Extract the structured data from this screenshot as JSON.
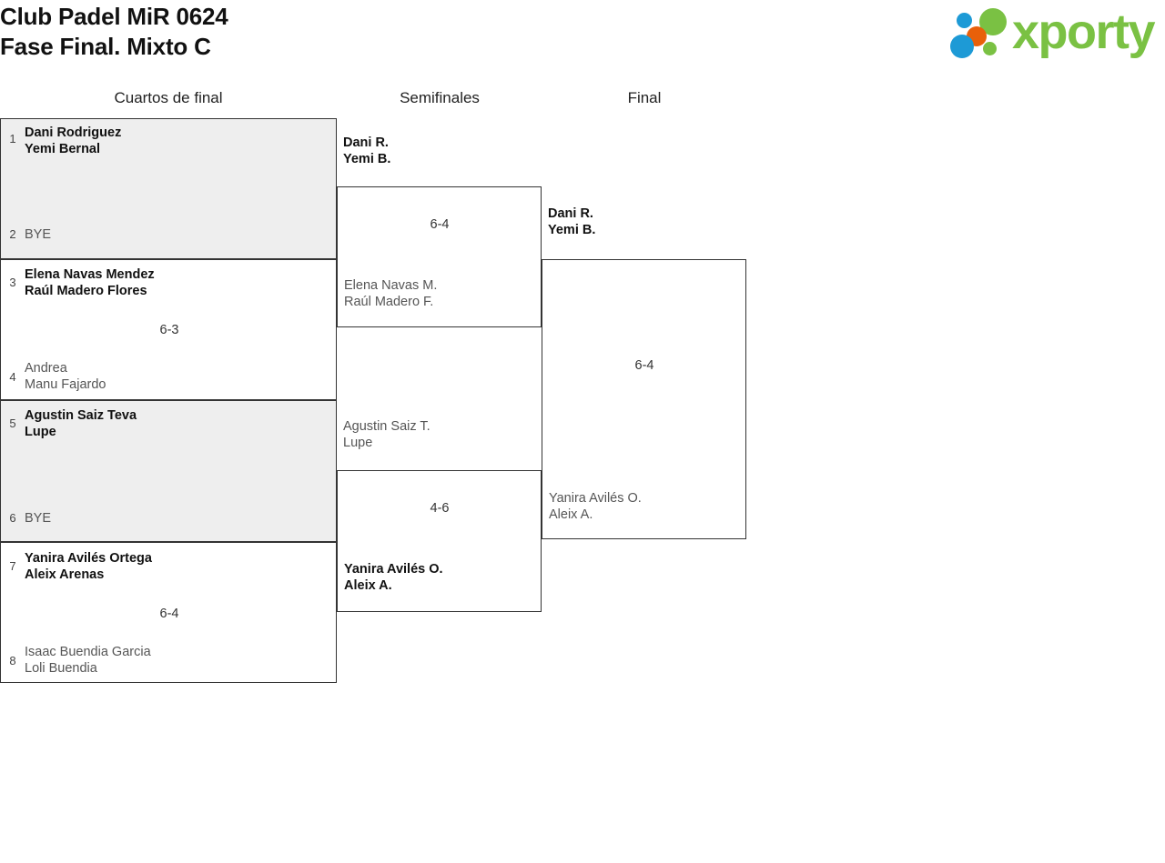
{
  "header": {
    "title_line1": "Club Padel MiR 0624",
    "title_line2": "Fase Final. Mixto C"
  },
  "logo": {
    "wordmark": "xporty",
    "dot_colors": {
      "blue": "#1d9ad6",
      "orange": "#e8600a",
      "green": "#7ac143"
    },
    "wordmark_color": "#7ac143"
  },
  "rounds": [
    {
      "label": "Cuartos de final"
    },
    {
      "label": "Semifinales"
    },
    {
      "label": "Final"
    }
  ],
  "bracket_data": {
    "type": "single-elimination",
    "size": 8,
    "rounds": [
      {
        "name": "Cuartos de final",
        "matches": [
          {
            "top": {
              "seed": "1",
              "players": [
                "Dani Rodriguez",
                "Yemi Bernal"
              ],
              "winner": true
            },
            "bottom": {
              "seed": "2",
              "players": [
                "BYE"
              ],
              "winner": false
            },
            "score": ""
          },
          {
            "top": {
              "seed": "3",
              "players": [
                "Elena Navas Mendez",
                "Raúl Madero Flores"
              ],
              "winner": true
            },
            "bottom": {
              "seed": "4",
              "players": [
                "Andrea",
                "Manu Fajardo"
              ],
              "winner": false
            },
            "score": "6-3"
          },
          {
            "top": {
              "seed": "5",
              "players": [
                "Agustin Saiz Teva",
                "Lupe"
              ],
              "winner": true
            },
            "bottom": {
              "seed": "6",
              "players": [
                "BYE"
              ],
              "winner": false
            },
            "score": ""
          },
          {
            "top": {
              "seed": "7",
              "players": [
                "Yanira Avilés Ortega",
                "Aleix Arenas"
              ],
              "winner": true
            },
            "bottom": {
              "seed": "8",
              "players": [
                "Isaac Buendia Garcia",
                "Loli Buendia"
              ],
              "winner": false
            },
            "score": "6-4"
          }
        ]
      },
      {
        "name": "Semifinales",
        "matches": [
          {
            "top": {
              "players": [
                "Dani R.",
                "Yemi B."
              ],
              "winner": true
            },
            "bottom": {
              "players": [
                "Elena Navas M.",
                "Raúl Madero F."
              ],
              "winner": false
            },
            "score": "6-4"
          },
          {
            "top": {
              "players": [
                "Agustin Saiz T.",
                "Lupe"
              ],
              "winner": false
            },
            "bottom": {
              "players": [
                "Yanira Avilés O.",
                "Aleix A."
              ],
              "winner": true
            },
            "score": "4-6"
          }
        ]
      },
      {
        "name": "Final",
        "matches": [
          {
            "top": {
              "players": [
                "Dani R.",
                "Yemi B."
              ],
              "winner": true
            },
            "bottom": {
              "players": [
                "Yanira Avilés O.",
                "Aleix A."
              ],
              "winner": false
            },
            "score": "6-4"
          }
        ]
      }
    ]
  }
}
